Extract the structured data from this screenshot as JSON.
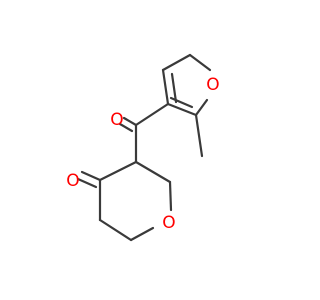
{
  "molecule": {
    "atoms": [
      {
        "symbol": "O",
        "role": "ketone-oxygen-ring",
        "color": "#ff0000"
      },
      {
        "symbol": "O",
        "role": "carbonyl-oxygen-linker",
        "color": "#ff0000"
      },
      {
        "symbol": "O",
        "role": "furan-oxygen",
        "color": "#ff0000"
      },
      {
        "symbol": "O",
        "role": "tetrahydropyran-oxygen",
        "color": "#ff0000"
      }
    ],
    "bond_color": "#3a3a3a"
  }
}
